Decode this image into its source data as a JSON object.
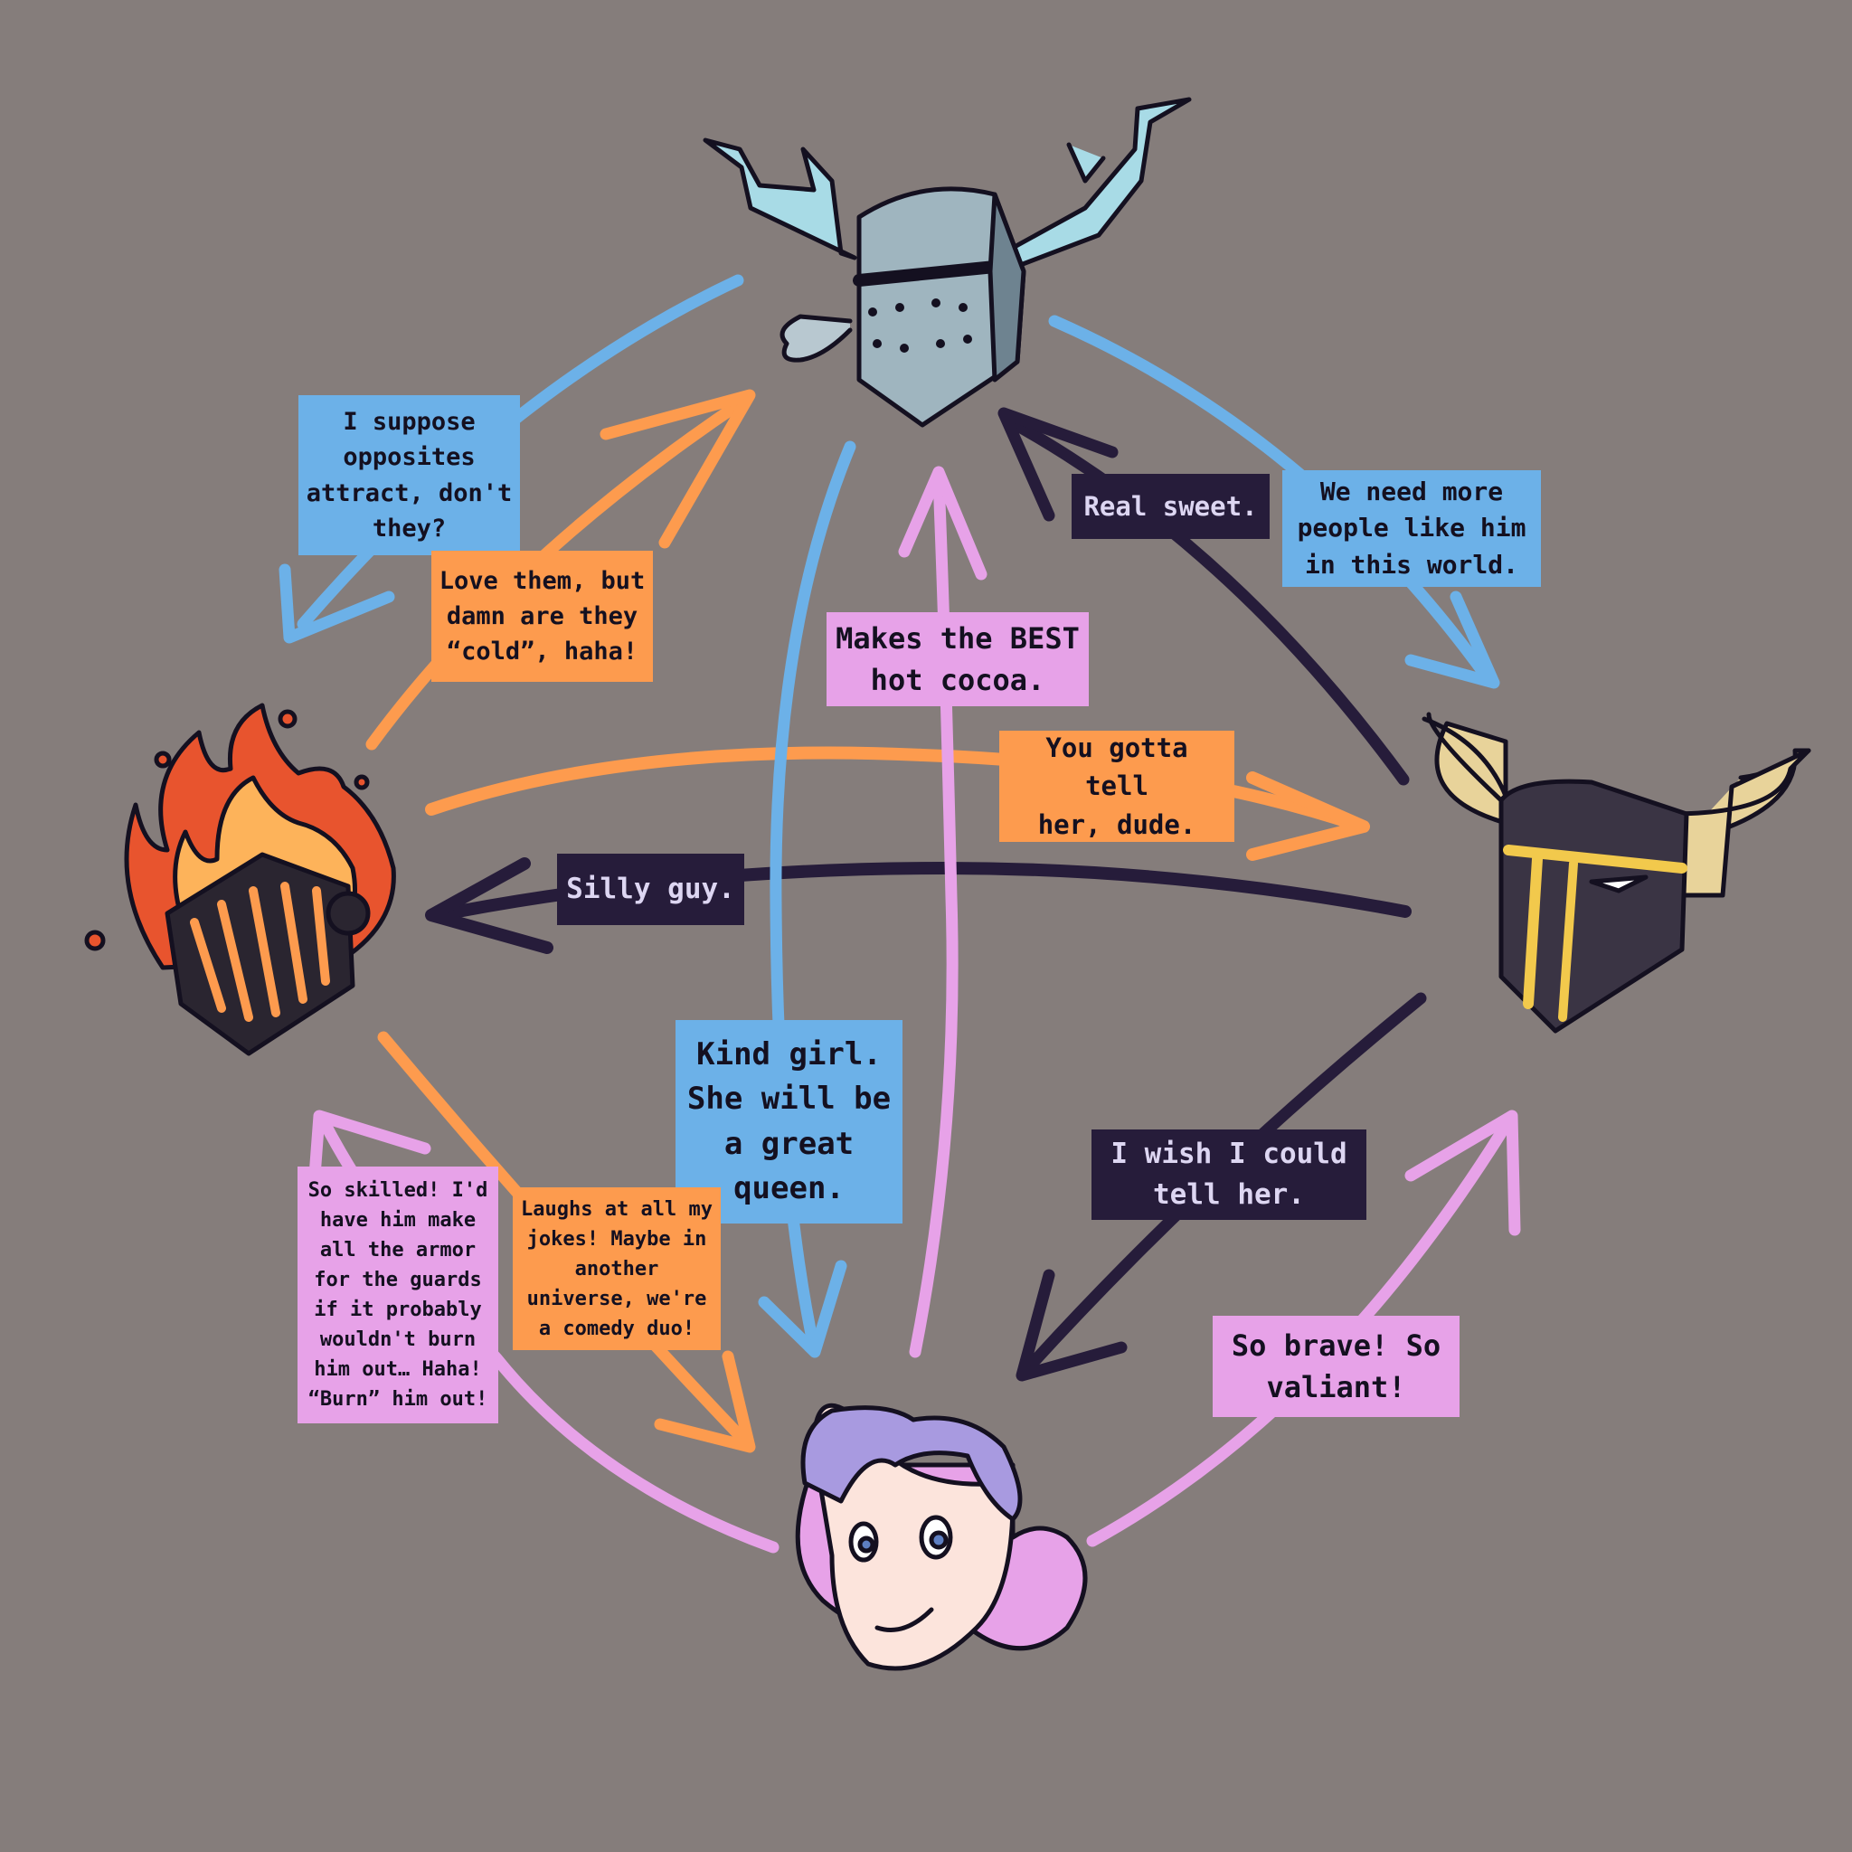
{
  "colors": {
    "background": "#857d7b",
    "ice_knight": "#6cb1e8",
    "fire_knight": "#fd9b4e",
    "princess": "#e7a2e8",
    "dark_knight": "#261c3a"
  },
  "characters": [
    {
      "id": "ice-knight",
      "icon": "horned-ice-helmet-icon"
    },
    {
      "id": "fire-knight",
      "icon": "flaming-helmet-icon"
    },
    {
      "id": "dark-knight",
      "icon": "horned-black-helmet-icon"
    },
    {
      "id": "princess",
      "icon": "princess-face-icon"
    }
  ],
  "labels": {
    "ice_to_fire": "I suppose\nopposites\nattract, don't\nthey?",
    "fire_to_ice": "Love them, but\ndamn are they\n“cold”, haha!",
    "princess_to_ice": "Makes the BEST\nhot cocoa.",
    "dark_to_ice": "Real sweet.",
    "ice_to_dark": "We need more\npeople like him\nin this world.",
    "fire_to_dark": "You gotta tell\nher, dude.",
    "dark_to_fire": "Silly guy.",
    "ice_to_princess": "Kind girl.\nShe will be\na great\nqueen.",
    "princess_to_fire": "So skilled! I'd\nhave him make\nall the armor\nfor the guards\nif it probably\nwouldn't burn\nhim out… Haha!\n“Burn” him out!",
    "fire_to_princess": "Laughs at all my\njokes! Maybe in\nanother\nuniverse, we're\na comedy duo!",
    "dark_to_princess": "I wish I could\ntell her.",
    "princess_to_dark": "So brave! So\nvaliant!"
  }
}
